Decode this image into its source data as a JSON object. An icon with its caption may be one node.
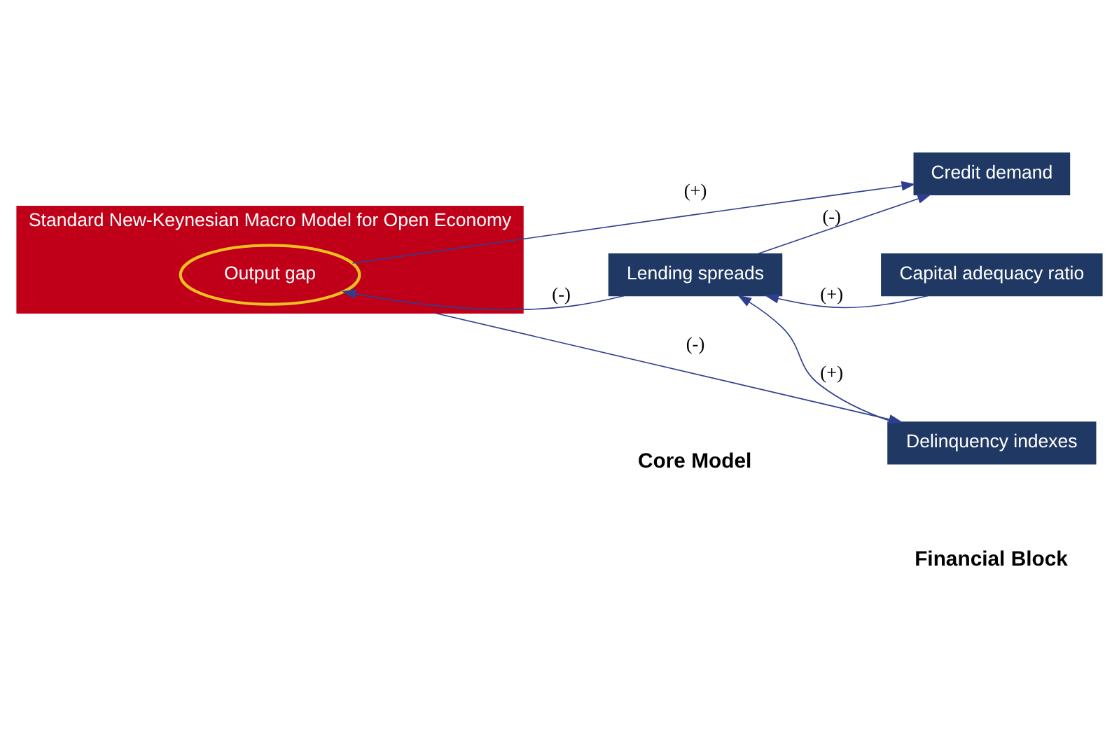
{
  "diagram": {
    "nodes": [
      {
        "text": [
          "Standard New-Keynesian Macro Model for Open Economy"
        ]
      },
      {
        "text": [
          "Output gap"
        ],
        "in": 0
      },
      {
        "text": [
          "Credit demand"
        ]
      },
      {
        "text": [
          "Capital adequacy ratio"
        ]
      },
      {
        "text": [
          "Lending spreads"
        ]
      },
      {
        "text": [
          "Delinquency indexes"
        ]
      }
    ],
    "edges": [
      {
        "from": 1,
        "to": 2,
        "arrow": "to",
        "label": "(+)"
      },
      {
        "from": 4,
        "to": 2,
        "arrow": "to",
        "label": "(-)"
      },
      {
        "from": 3,
        "to": 4,
        "arrow": "to",
        "label": "(+)"
      },
      {
        "from": 4,
        "to": 1,
        "arrow": "to",
        "label": "(-)"
      },
      {
        "from": 5,
        "to": 4,
        "arrow": "to",
        "label": "(+)"
      },
      {
        "from": 0,
        "to": 5,
        "arrow": "to",
        "label": "(-)"
      }
    ],
    "labels": [
      "Core Model",
      "Financial Block"
    ]
  }
}
